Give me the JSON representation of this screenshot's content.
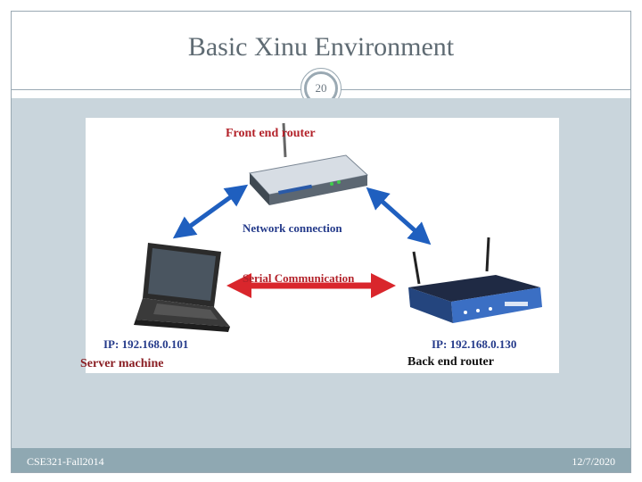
{
  "slide": {
    "title": "Basic Xinu Environment",
    "number": "20",
    "footer_left": "CSE321-Fall2014",
    "footer_right": "12/7/2020"
  },
  "diagram": {
    "front_end_router": "Front end router",
    "network_connection": "Network connection",
    "serial_communication": "Serial Communication",
    "server_ip": "IP: 192.168.0.101",
    "server_label": "Server machine",
    "back_ip": "IP: 192.168.0.130",
    "back_label": "Back end router"
  },
  "colors": {
    "accent_blue": "#1f5fbf",
    "accent_red": "#d9262c",
    "frame": "#9aa9b3",
    "content_bg": "#c9d5dc",
    "footer_bg": "#8fa8b2"
  }
}
